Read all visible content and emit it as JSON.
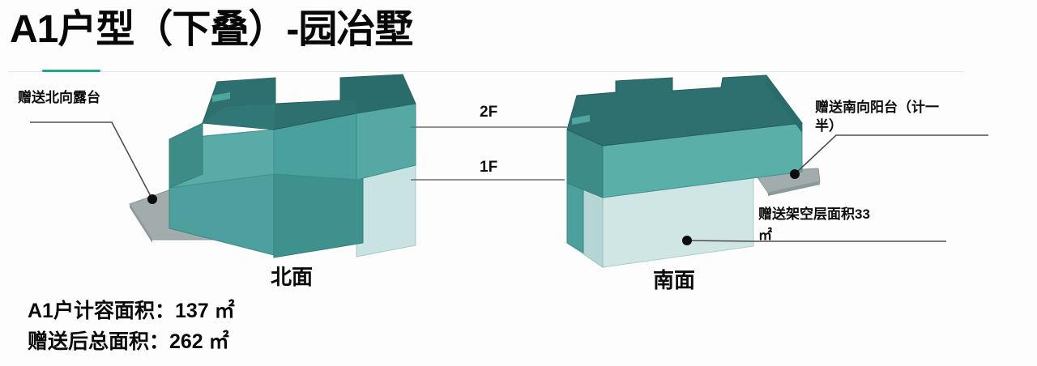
{
  "page": {
    "title": "A1户型（下叠）-园冶墅",
    "background_color": "#fdfdfd",
    "accent_color": "#1fa885",
    "divider_color": "#e2e5e5"
  },
  "colors": {
    "roof_dark_teal": "#2e7070",
    "wall_teal": "#4da09d",
    "wall_teal_light": "#6fbab5",
    "wall_teal_mid": "#3d8c88",
    "stilt_pale_blue": "#c9e2e2",
    "stilt_pale_blue_dark": "#aed2d2",
    "slab_gray": "#a2acac",
    "slab_gray_dark": "#8d9898",
    "leader_line": "#5a5a5a",
    "dot": "#0d0d0d",
    "text": "#0a0a0a"
  },
  "annotations": {
    "north_terrace": "赠送北向露台",
    "south_balcony": "赠送南向阳台（计一\n半）",
    "south_balcony_line1": "赠送南向阳台（计一",
    "south_balcony_line2": "半）",
    "stilt_area_line1": "赠送架空层面积33",
    "stilt_area_line2": "㎡"
  },
  "floors": {
    "upper": "2F",
    "lower": "1F"
  },
  "faces": {
    "north": "北面",
    "south": "南面"
  },
  "summary": {
    "line1": "A1户计容面积：137 ㎡",
    "line2": "赠送后总面积：262 ㎡"
  }
}
